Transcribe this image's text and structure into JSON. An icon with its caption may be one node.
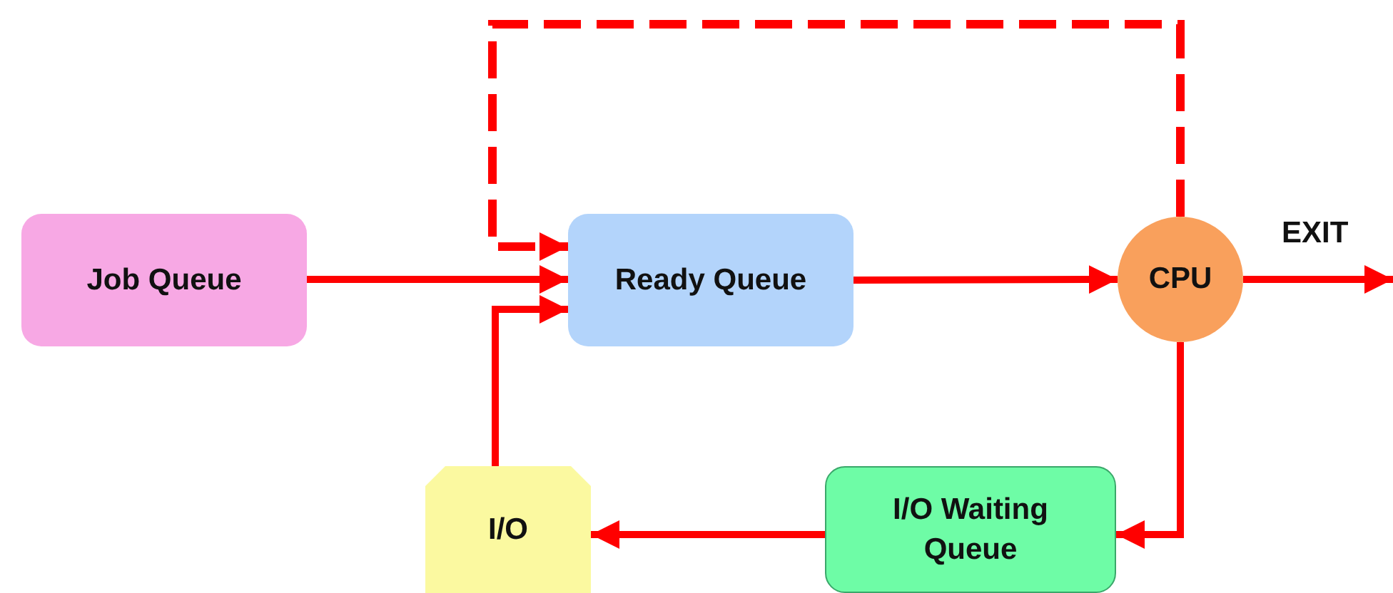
{
  "diagram": {
    "nodes": [
      {
        "text": [
          "Job Queue"
        ]
      },
      {
        "text": [
          "Ready Queue"
        ]
      },
      {
        "text": [
          "CPU"
        ]
      },
      {
        "text": [
          "I/O Waiting Queue"
        ]
      },
      {
        "text": [
          "I/O"
        ]
      }
    ],
    "edges": [
      {
        "from": 0,
        "to": 1,
        "arrow": "to"
      },
      {
        "from": 1,
        "to": 2,
        "arrow": "to"
      },
      {
        "from": 2,
        "to": null,
        "arrow": "to",
        "label": "EXIT"
      },
      {
        "from": 2,
        "to": 3,
        "arrow": "to"
      },
      {
        "from": 3,
        "to": 4,
        "arrow": "to"
      },
      {
        "from": 4,
        "to": 1,
        "arrow": "to"
      },
      {
        "from": 2,
        "to": 1,
        "arrow": "to",
        "style": "dashed"
      }
    ]
  }
}
